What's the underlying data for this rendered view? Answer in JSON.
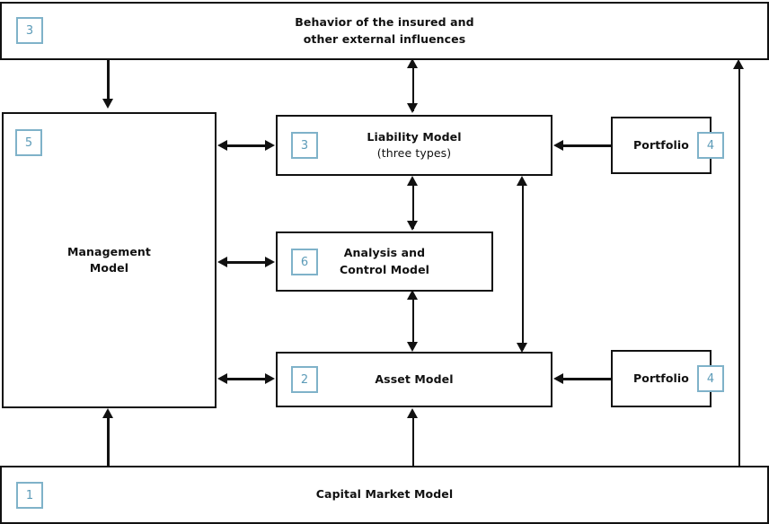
{
  "diagram": {
    "title": "Insurance company model architecture diagram",
    "accent_color": "#7fb2c9",
    "badge_text_color": "#5c9bb8",
    "line_color": "#111111",
    "background_color": "#ffffff",
    "nodes": {
      "behavior": {
        "badge": "3",
        "label": "Behavior of the insured and\nother external influences"
      },
      "management": {
        "badge": "5",
        "label": "Management\nModel"
      },
      "liability": {
        "badge": "3",
        "label": "Liability Model",
        "sublabel": "(three types)"
      },
      "portfolio_top": {
        "badge": "4",
        "label": "Portfolio"
      },
      "analysis": {
        "badge": "6",
        "label": "Analysis and\nControl Model"
      },
      "asset": {
        "badge": "2",
        "label": "Asset Model"
      },
      "portfolio_bottom": {
        "badge": "4",
        "label": "Portfolio"
      },
      "capital_market": {
        "badge": "1",
        "label": "Capital Market Model"
      }
    },
    "connectors": [
      {
        "name": "behavior-to-management",
        "from": "behavior",
        "to": "management",
        "direction": "down"
      },
      {
        "name": "behavior-to-liability",
        "from": "behavior",
        "to": "liability",
        "direction": "both"
      },
      {
        "name": "management-to-liability",
        "from": "management",
        "to": "liability",
        "direction": "both"
      },
      {
        "name": "portfolio-top-to-liability",
        "from": "portfolio_top",
        "to": "liability",
        "direction": "left"
      },
      {
        "name": "liability-to-analysis",
        "from": "liability",
        "to": "analysis",
        "direction": "both"
      },
      {
        "name": "liability-to-asset",
        "from": "liability",
        "to": "asset",
        "direction": "both"
      },
      {
        "name": "management-to-analysis",
        "from": "management",
        "to": "analysis",
        "direction": "both"
      },
      {
        "name": "analysis-to-asset",
        "from": "analysis",
        "to": "asset",
        "direction": "both"
      },
      {
        "name": "management-to-asset",
        "from": "management",
        "to": "asset",
        "direction": "both"
      },
      {
        "name": "portfolio-bottom-to-asset",
        "from": "portfolio_bottom",
        "to": "asset",
        "direction": "left"
      },
      {
        "name": "capital-market-to-management",
        "from": "capital_market",
        "to": "management",
        "direction": "up"
      },
      {
        "name": "capital-market-to-asset",
        "from": "capital_market",
        "to": "asset",
        "direction": "up"
      },
      {
        "name": "capital-market-to-behavior",
        "from": "capital_market",
        "to": "behavior",
        "direction": "up"
      }
    ]
  }
}
